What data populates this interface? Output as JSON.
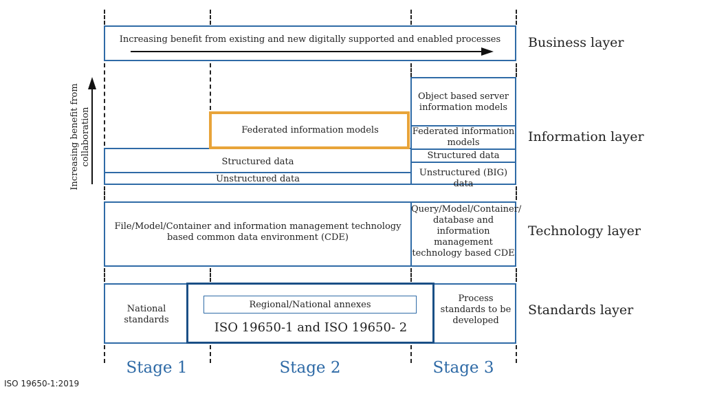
{
  "business": {
    "text": "Increasing benefit from existing and new digitally supported and enabled processes",
    "label": "Business layer"
  },
  "information": {
    "collaboration_axis": "Increasing benefit from collaboration",
    "federated": "Federated information models",
    "structured": "Structured data",
    "unstructured": "Unstructured data",
    "s3_object": "Object based server information models",
    "s3_federated": "Federated information models",
    "s3_structured": "Structured data",
    "s3_unstructured": "Unstructured (BIG) data",
    "label": "Information layer"
  },
  "technology": {
    "main": "File/Model/Container and information management technology based common data environment (CDE)",
    "s3": "Query/Model/Container/ database and information management technology based CDE",
    "label": "Technology layer"
  },
  "standards": {
    "national": "National standards",
    "regional": "Regional/National annexes",
    "iso": "ISO 19650-1 and ISO 19650- 2",
    "process": "Process standards to be developed",
    "label": "Standards layer"
  },
  "stages": [
    "Stage 1",
    "Stage 2",
    "Stage 3"
  ],
  "footnote": "ISO 19650-1:2019",
  "colors": {
    "blue": "#2e6aa6",
    "orange": "#e8a43a",
    "dark_blue": "#1a4f86"
  }
}
